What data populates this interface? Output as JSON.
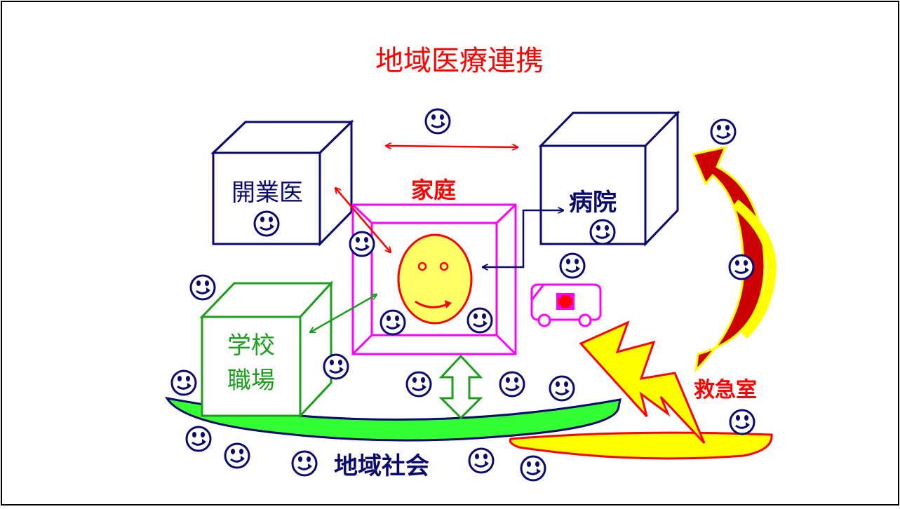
{
  "title": "地域医療連携",
  "labels": {
    "clinic": "開業医",
    "hospital": "病院",
    "home": "家庭",
    "school_line1": "学校",
    "school_line2": "職場",
    "emergency": "救急室",
    "community": "地域社会"
  },
  "colors": {
    "navy": "#0a0a6e",
    "red": "#ff0000",
    "magenta": "#ff00ff",
    "green": "#1e9e1e",
    "lime": "#33ff33",
    "yellow": "#ffff00",
    "darkred": "#cc0000",
    "face_fill": "#ffff66"
  },
  "icons": {
    "smiley": "smiley-face-icon",
    "ambulance": "ambulance-icon",
    "lightning": "lightning-bolt-icon"
  }
}
